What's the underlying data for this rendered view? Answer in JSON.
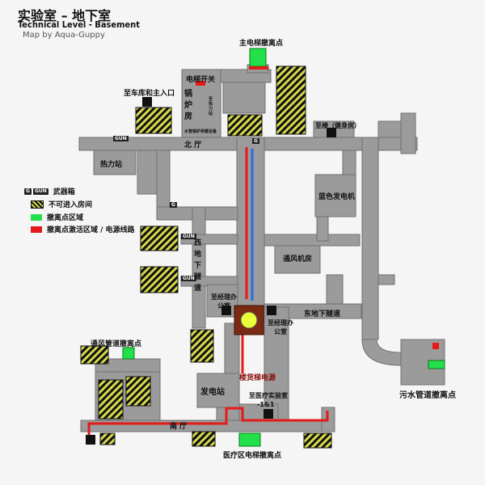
{
  "header": {
    "title": "实验室 – 地下室",
    "subtitle": "Technical Level - Basement",
    "credit": "Map by Aqua-Guppy"
  },
  "legend": {
    "weapon_box_glyph_a": "G",
    "weapon_box_glyph_b": "GUN",
    "weapon_box": "武器箱",
    "no_entry": "不可进入房间",
    "extract_zone": "撤离点区域",
    "extract_power": "撤离点激活区域 / 电源线路"
  },
  "labels": {
    "main_elevator": "主电梯撤离点",
    "elevator_switch": "电梯开关",
    "to_garage": "至车库和主入口",
    "boiler_room": "锅炉房",
    "north_hall": "北 厅",
    "heating_station": "热力站",
    "to_building": "至楼（健身房）",
    "blue_generator": "蓝色发电机",
    "west_tunnel": "西地下隧道",
    "ventilation": "通风机房",
    "to_manager_office_left": "至经理办公室",
    "to_manager_office_right": "至经理办公室",
    "east_tunnel": "东地下隧道",
    "vent_extract": "通风管道撤离点",
    "cargo_power": "楼货梯电源",
    "power_station": "发电站",
    "to_medical_lab": "至医疗实验室",
    "lab_floor": "-1&1",
    "sewage_extract": "污水管道撤离点",
    "south_hall": "南 厅",
    "medical_elevator": "医疗区电梯撤离点",
    "boiler_note_a": "至热力站",
    "boiler_note_b": "水管锅炉供暖设备"
  },
  "weapon_tags": [
    "GUN",
    "G",
    "GUN",
    "GUN",
    "G"
  ],
  "colors": {
    "background": "#f5f5f5",
    "corridor": "#9b9b9b",
    "no_entry_stripe_dark": "#111111",
    "no_entry_stripe_light": "#d6d94a",
    "extract": "#22e04a",
    "power_line": "#e41a1a",
    "water_pipe": "#2d6be0",
    "manager_room": "#7a2a12",
    "key_symbol": "#e8ff3a"
  }
}
